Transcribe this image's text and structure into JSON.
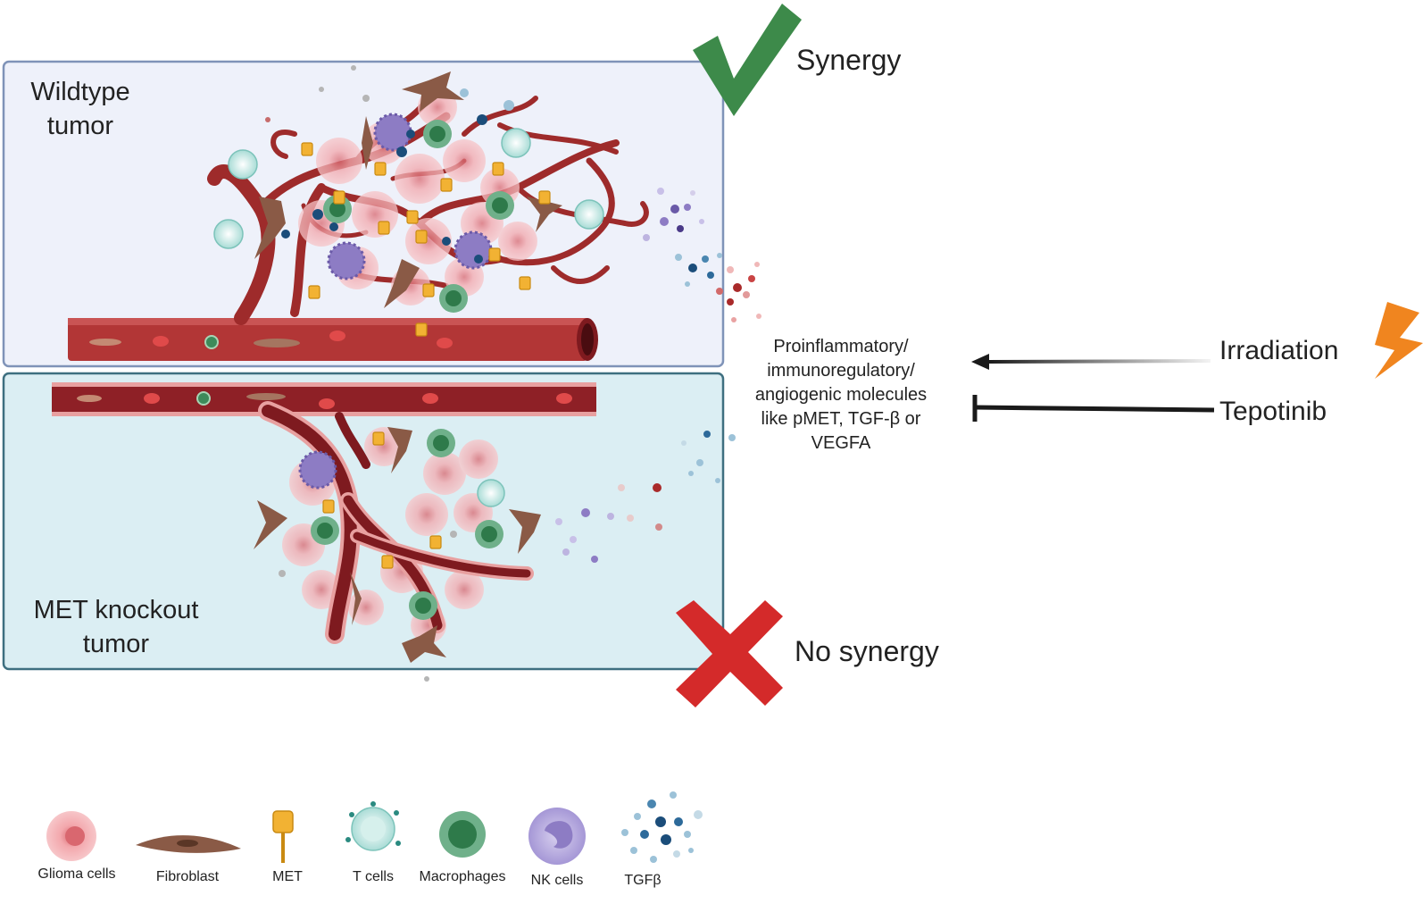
{
  "panels": {
    "wildtype": {
      "label_line1": "Wildtype",
      "label_line2": "tumor",
      "outcome": "Synergy",
      "outcome_icon": "checkmark-icon",
      "fill": "#eef1fa",
      "stroke": "#7f93b8"
    },
    "knockout": {
      "label_line1": "MET knockout",
      "label_line2": "tumor",
      "outcome": "No synergy",
      "outcome_icon": "cross-icon",
      "fill": "#dbeef3",
      "stroke": "#3e6f80"
    }
  },
  "molecules": {
    "lines": [
      "Proinflammatory/",
      "immunoregulatory/",
      "angiogenic molecules",
      "like pMET, TGF-β or",
      "VEGFA"
    ]
  },
  "treatments": [
    {
      "label": "Irradiation",
      "effect": "stimulates",
      "icon": "lightning-icon"
    },
    {
      "label": "Tepotinib",
      "effect": "inhibits",
      "icon": "inhibition-bar-icon"
    }
  ],
  "legend": [
    {
      "label": "Glioma cells",
      "icon": "glioma-cell-icon"
    },
    {
      "label": "Fibroblast",
      "icon": "fibroblast-icon"
    },
    {
      "label": "MET",
      "icon": "met-receptor-icon"
    },
    {
      "label": "T cells",
      "icon": "t-cell-icon"
    },
    {
      "label": "Macrophages",
      "icon": "macrophage-icon"
    },
    {
      "label": "NK cells",
      "icon": "nk-cell-icon"
    },
    {
      "label": "TGFβ",
      "icon": "tgfb-icon"
    }
  ],
  "colors": {
    "check": "#3d8a4a",
    "cross": "#d42a2a",
    "lightning": "#f0851f",
    "vessel": "#b23636",
    "vessel_dark": "#7e1a1f",
    "glioma": "#f3a8ad",
    "fibroblast": "#8a5a46",
    "met": "#f2b233",
    "tcell": "#bfe6e1",
    "macrophage": "#3d8a5a",
    "nk": "#8d7cc4",
    "tgfb_dark": "#1b4d7a",
    "tgfb_light": "#9cc2d8"
  }
}
